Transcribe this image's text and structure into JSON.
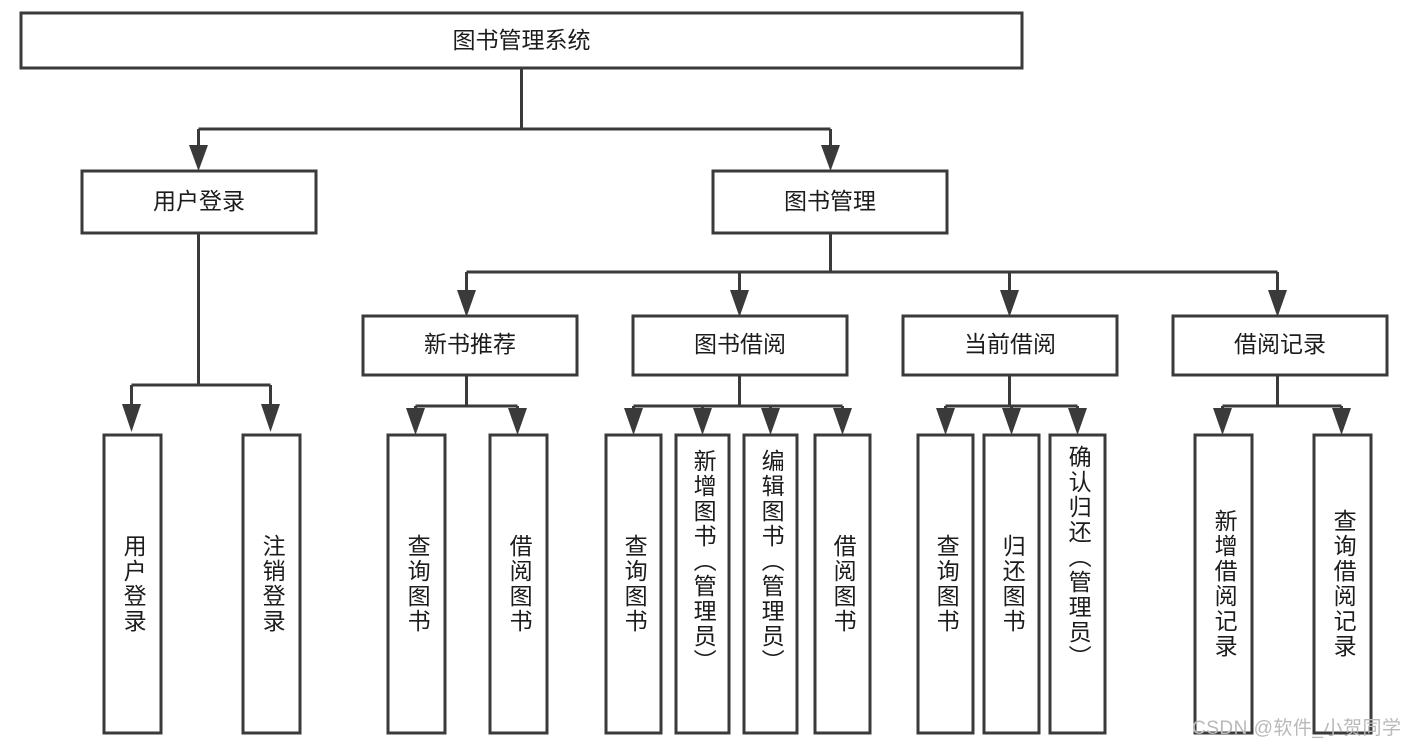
{
  "diagram": {
    "title": "图书管理系统",
    "type": "hierarchy-tree",
    "root": {
      "id": "root",
      "label": "图书管理系统",
      "orientation": "horizontal"
    },
    "level2": [
      {
        "id": "user-login",
        "label": "用户登录",
        "orientation": "horizontal"
      },
      {
        "id": "book-management",
        "label": "图书管理",
        "orientation": "horizontal"
      }
    ],
    "level3": [
      {
        "id": "new-book-recommend",
        "label": "新书推荐",
        "orientation": "horizontal",
        "parent": "book-management"
      },
      {
        "id": "book-borrow",
        "label": "图书借阅",
        "orientation": "horizontal",
        "parent": "book-management"
      },
      {
        "id": "current-borrow",
        "label": "当前借阅",
        "orientation": "horizontal",
        "parent": "book-management"
      },
      {
        "id": "borrow-record",
        "label": "借阅记录",
        "orientation": "horizontal",
        "parent": "book-management"
      }
    ],
    "leaves": [
      {
        "id": "leaf-user-login",
        "label": "用户登录",
        "orientation": "vertical",
        "parent": "user-login"
      },
      {
        "id": "leaf-user-logout",
        "label": "注销登录",
        "orientation": "vertical",
        "parent": "user-login"
      },
      {
        "id": "leaf-query-book-1",
        "label": "查询图书",
        "orientation": "vertical",
        "parent": "new-book-recommend"
      },
      {
        "id": "leaf-borrow-book-1",
        "label": "借阅图书",
        "orientation": "vertical",
        "parent": "new-book-recommend"
      },
      {
        "id": "leaf-query-book-2",
        "label": "查询图书",
        "orientation": "vertical",
        "parent": "book-borrow"
      },
      {
        "id": "leaf-add-book",
        "label": "新增图书（管理员）",
        "orientation": "vertical",
        "parent": "book-borrow"
      },
      {
        "id": "leaf-edit-book",
        "label": "编辑图书（管理员）",
        "orientation": "vertical",
        "parent": "book-borrow"
      },
      {
        "id": "leaf-borrow-book-2",
        "label": "借阅图书",
        "orientation": "vertical",
        "parent": "book-borrow"
      },
      {
        "id": "leaf-query-book-3",
        "label": "查询图书",
        "orientation": "vertical",
        "parent": "current-borrow"
      },
      {
        "id": "leaf-return-book",
        "label": "归还图书",
        "orientation": "vertical",
        "parent": "current-borrow"
      },
      {
        "id": "leaf-confirm-return",
        "label": "确认归还（管理员）",
        "orientation": "vertical",
        "parent": "current-borrow"
      },
      {
        "id": "leaf-add-record",
        "label": "新增借阅记录",
        "orientation": "vertical",
        "parent": "borrow-record"
      },
      {
        "id": "leaf-query-record",
        "label": "查询借阅记录",
        "orientation": "vertical",
        "parent": "borrow-record"
      }
    ],
    "colors": {
      "stroke": "#3a3a3a",
      "fill": "#ffffff",
      "text": "#1c1c1c",
      "watermark": "#b9b9b9",
      "background": "#ffffff"
    }
  },
  "watermark": {
    "text": "CSDN @软件_小贺同学"
  }
}
